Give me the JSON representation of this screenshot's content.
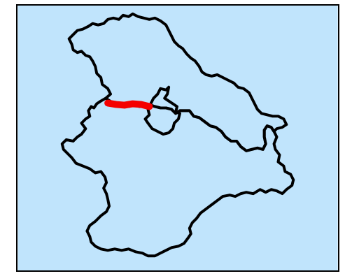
{
  "map": {
    "background_color": "#c0e4fc",
    "frame_color": "#000000",
    "boundary_color": "#000000",
    "highlight_color": "#f50000",
    "regions": [
      {
        "name": "northern-region-outline"
      },
      {
        "name": "southern-region-outline"
      },
      {
        "name": "central-enclave-outline"
      }
    ],
    "highlight": {
      "name": "highlighted-route-segment"
    }
  }
}
